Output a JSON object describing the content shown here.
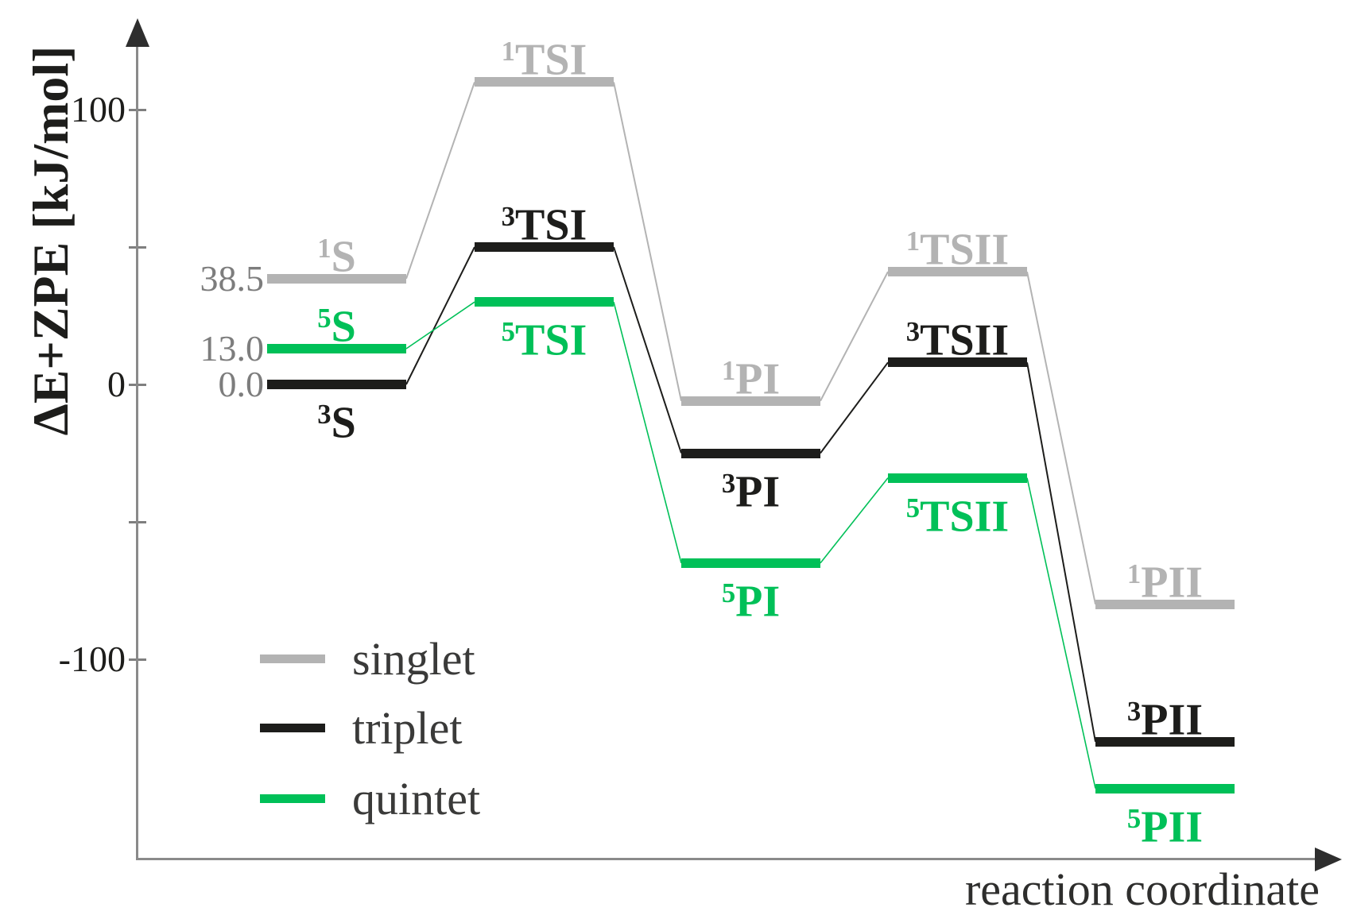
{
  "figure": {
    "y_axis": {
      "title": "ΔE+ZPE [kJ/mol]",
      "ticks": [
        {
          "value": 100,
          "label": "100"
        },
        {
          "value": 50,
          "label": ""
        },
        {
          "value": 0,
          "label": "0"
        },
        {
          "value": -50,
          "label": ""
        },
        {
          "value": -100,
          "label": "-100"
        }
      ]
    },
    "x_axis": {
      "title": "reaction coordinate"
    }
  },
  "legend": {
    "entries": [
      {
        "label": "singlet",
        "color": "#b3b3b3"
      },
      {
        "label": "triplet",
        "color": "#1d1d1b"
      },
      {
        "label": "quintet",
        "color": "#00c058"
      }
    ]
  },
  "chart_data": {
    "type": "line",
    "variant": "energy-level-diagram",
    "title": "",
    "xlabel": "reaction coordinate",
    "ylabel": "ΔE+ZPE [kJ/mol]",
    "unit": "kJ/mol",
    "ylim": [
      -165,
      125
    ],
    "grid": false,
    "legend_position": "lower-left",
    "stages": [
      "S",
      "TSI",
      "PI",
      "TSII",
      "PII"
    ],
    "annotation_color": "#7d7d7d",
    "series": [
      {
        "name": "singlet",
        "color": "#b3b3b3",
        "levels": [
          {
            "stage": 0,
            "sup": "1",
            "name": "S",
            "energy": 38.5,
            "label_pos": "above",
            "annotation": "38.5"
          },
          {
            "stage": 1,
            "sup": "1",
            "name": "TSI",
            "energy": 110,
            "label_pos": "above"
          },
          {
            "stage": 2,
            "sup": "1",
            "name": "PI",
            "energy": -6,
            "label_pos": "above"
          },
          {
            "stage": 3,
            "sup": "1",
            "name": "TSII",
            "energy": 41,
            "label_pos": "above"
          },
          {
            "stage": 4,
            "sup": "1",
            "name": "PII",
            "energy": -80,
            "label_pos": "above"
          }
        ]
      },
      {
        "name": "triplet",
        "color": "#1d1d1b",
        "levels": [
          {
            "stage": 0,
            "sup": "3",
            "name": "S",
            "energy": 0.0,
            "label_pos": "below",
            "annotation": "0.0"
          },
          {
            "stage": 1,
            "sup": "3",
            "name": "TSI",
            "energy": 50,
            "label_pos": "above"
          },
          {
            "stage": 2,
            "sup": "3",
            "name": "PI",
            "energy": -25,
            "label_pos": "below"
          },
          {
            "stage": 3,
            "sup": "3",
            "name": "TSII",
            "energy": 8,
            "label_pos": "above"
          },
          {
            "stage": 4,
            "sup": "3",
            "name": "PII",
            "energy": -130,
            "label_pos": "above"
          }
        ]
      },
      {
        "name": "quintet",
        "color": "#00c058",
        "levels": [
          {
            "stage": 0,
            "sup": "5",
            "name": "S",
            "energy": 13.0,
            "label_pos": "above",
            "annotation": "13.0"
          },
          {
            "stage": 1,
            "sup": "5",
            "name": "TSI",
            "energy": 30,
            "label_pos": "below"
          },
          {
            "stage": 2,
            "sup": "5",
            "name": "PI",
            "energy": -65,
            "label_pos": "below"
          },
          {
            "stage": 3,
            "sup": "5",
            "name": "TSII",
            "energy": -34,
            "label_pos": "below"
          },
          {
            "stage": 4,
            "sup": "5",
            "name": "PII",
            "energy": -147,
            "label_pos": "below"
          }
        ]
      }
    ]
  }
}
